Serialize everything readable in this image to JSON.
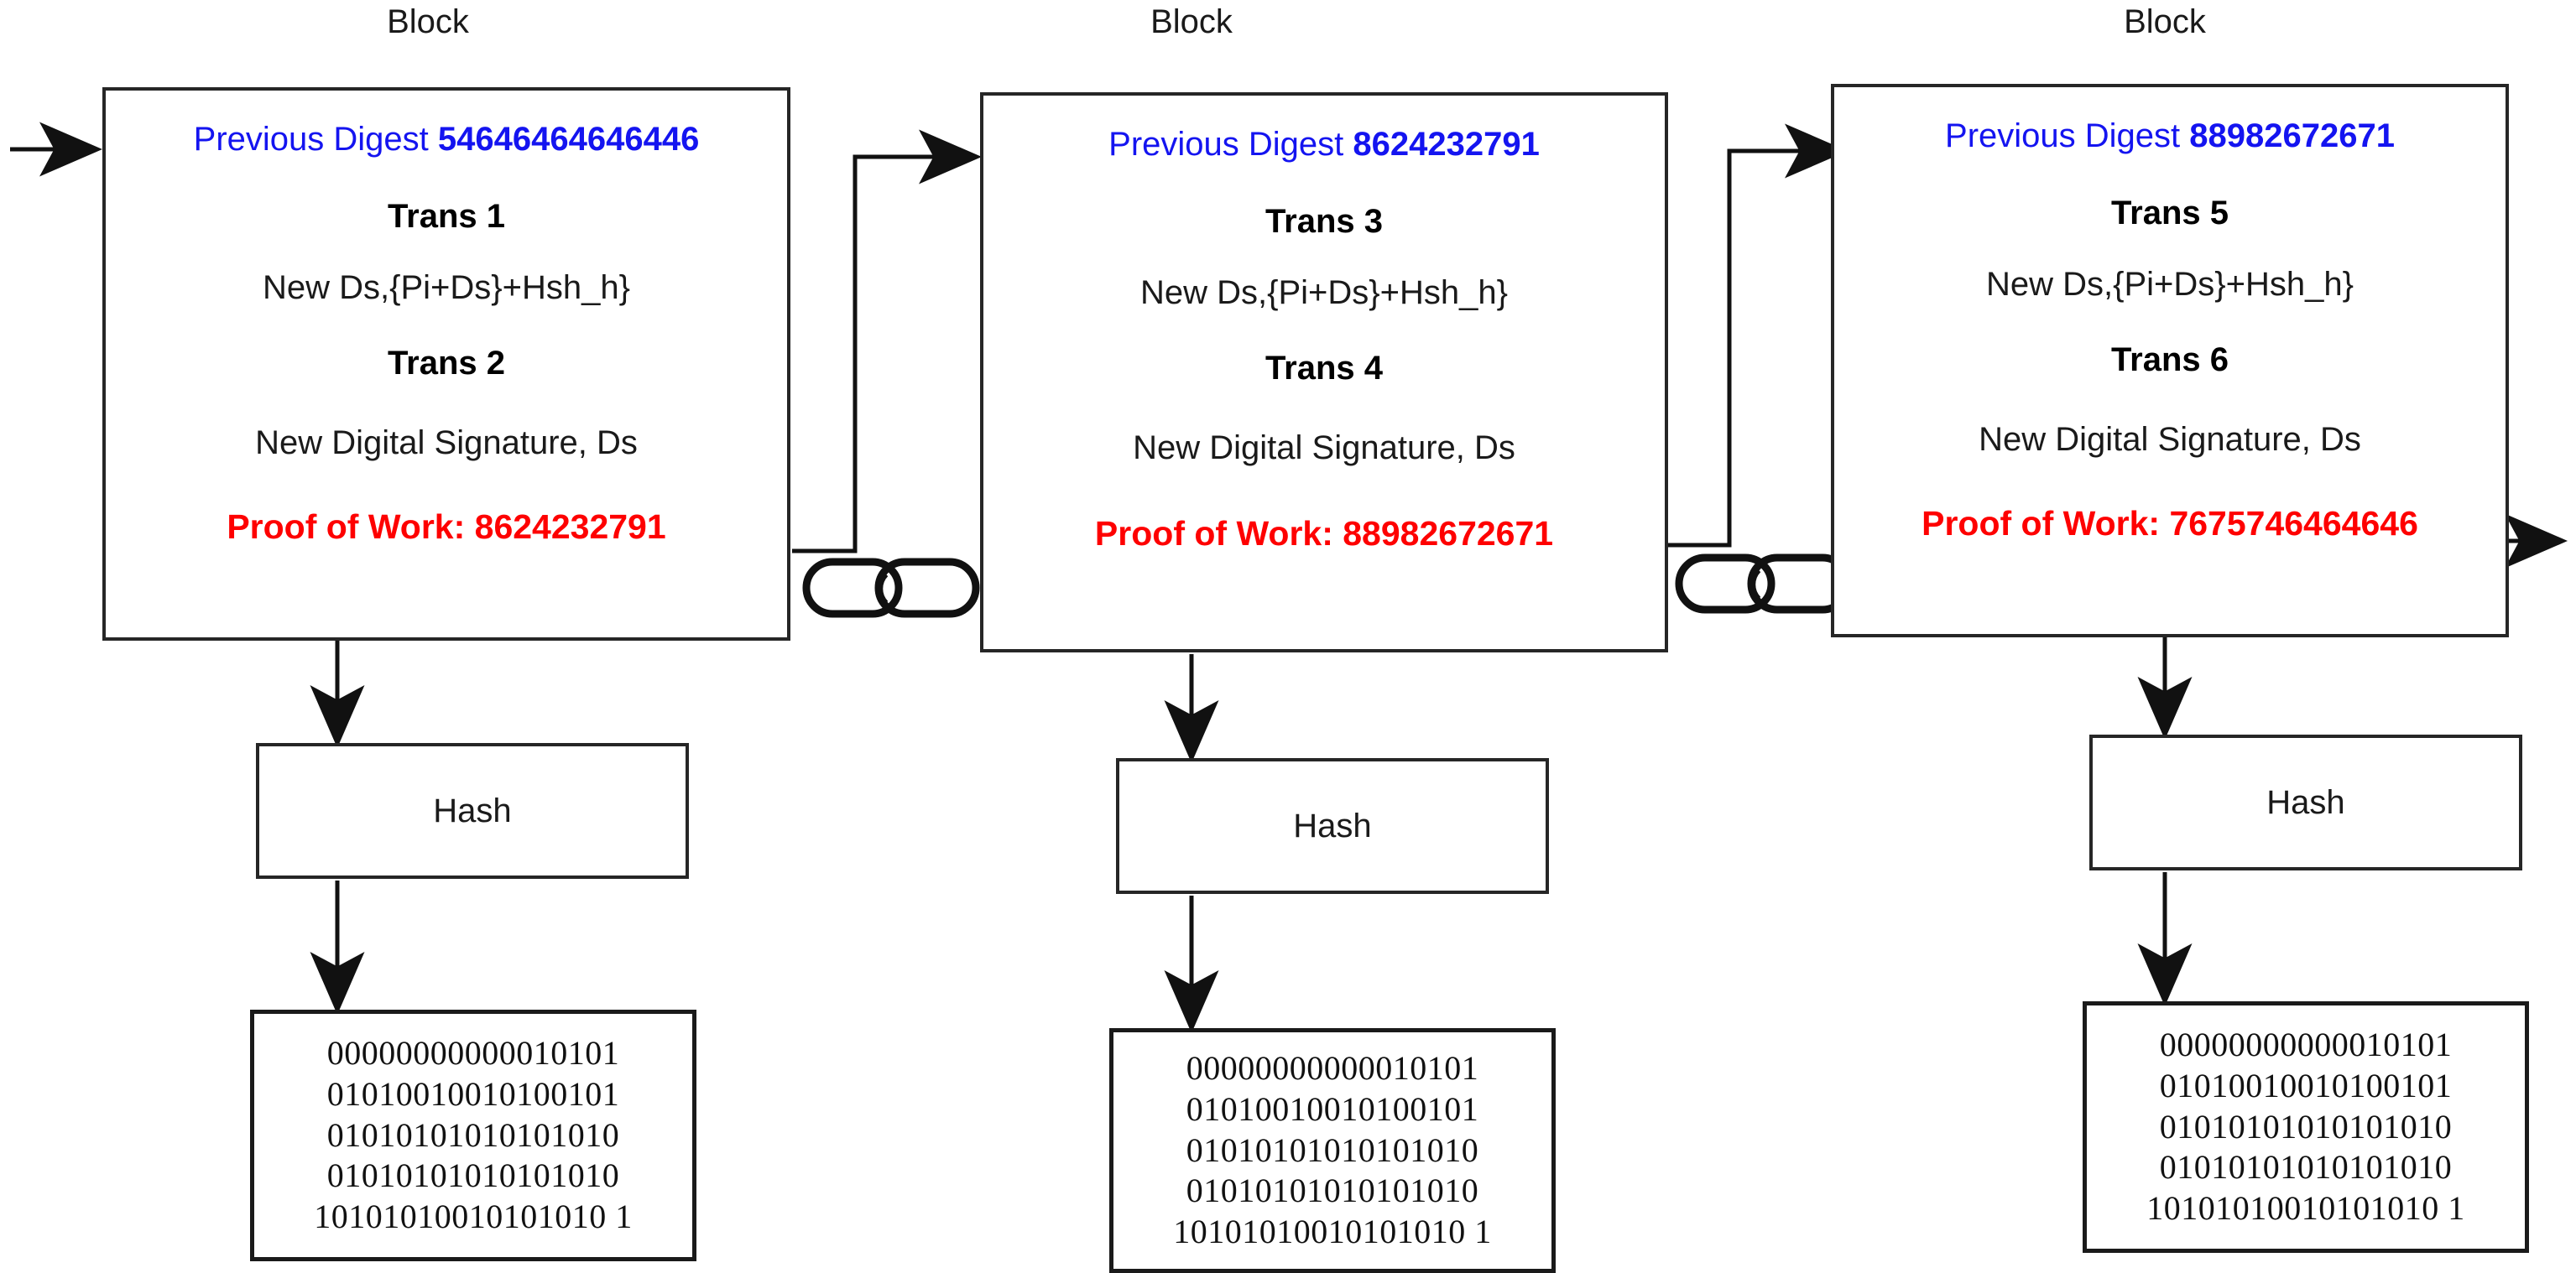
{
  "diagram": {
    "title_label": "Block",
    "blocks": [
      {
        "id": "block-1",
        "title": "Block",
        "digest_label": "Previous Digest",
        "digest_value": "54646464646446",
        "trans_a_label": "Trans 1",
        "trans_a_detail": "New Ds,{Pi+Ds}+Hsh_h}",
        "trans_b_label": "Trans 2",
        "signature": "New Digital Signature, Ds",
        "proof_of_work": "Proof of Work: 8624232791",
        "hash_label": "Hash",
        "binary": [
          "00000000000010101",
          "01010010010100101",
          "01010101010101010",
          "01010101010101010",
          "10101010010101010 1"
        ]
      },
      {
        "id": "block-2",
        "title": "Block",
        "digest_label": "Previous Digest",
        "digest_value": "8624232791",
        "trans_a_label": "Trans 3",
        "trans_a_detail": "New Ds,{Pi+Ds}+Hsh_h}",
        "trans_b_label": "Trans 4",
        "signature": "New Digital Signature, Ds",
        "proof_of_work": "Proof of Work: 88982672671",
        "hash_label": "Hash",
        "binary": [
          "00000000000010101",
          "01010010010100101",
          "01010101010101010",
          "01010101010101010",
          "10101010010101010 1"
        ]
      },
      {
        "id": "block-3",
        "title": "Block",
        "digest_label": "Previous Digest",
        "digest_value": "88982672671",
        "trans_a_label": "Trans 5",
        "trans_a_detail": "New Ds,{Pi+Ds}+Hsh_h}",
        "trans_b_label": "Trans 6",
        "signature": "New Digital Signature, Ds",
        "proof_of_work": "Proof of Work: 7675746464646",
        "hash_label": "Hash",
        "binary": [
          "00000000000010101",
          "01010010010100101",
          "01010101010101010",
          "01010101010101010",
          "10101010010101010 1"
        ]
      }
    ],
    "connectors": [
      {
        "name": "chain-link-1-2"
      },
      {
        "name": "chain-link-2-3"
      }
    ],
    "colors": {
      "digest_blue": "#1414f0",
      "proof_red": "#fe0000",
      "stroke": "#262626",
      "text": "#1a1a1a",
      "background": "#ffffff"
    }
  }
}
